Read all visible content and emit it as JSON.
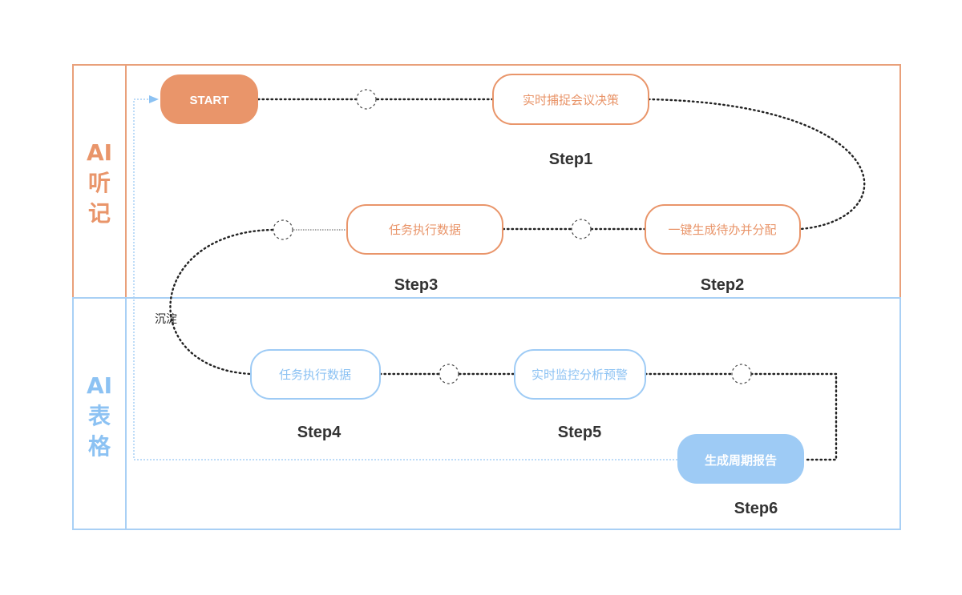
{
  "lanes": {
    "top": {
      "chars": [
        "AI",
        "听",
        "记"
      ],
      "color": "#e9956a"
    },
    "bottom": {
      "chars": [
        "AI",
        "表",
        "格"
      ],
      "color": "#9ecbf5"
    }
  },
  "nodes": {
    "start": {
      "label": "START"
    },
    "n1": {
      "label": "实时捕捉会议决策"
    },
    "n2": {
      "label": "一键生成待办并分配"
    },
    "n3": {
      "label": "任务执行数据"
    },
    "n4": {
      "label": "任务执行数据"
    },
    "n5": {
      "label": "实时监控分析预警"
    },
    "n6": {
      "label": "生成周期报告"
    }
  },
  "steps": {
    "s1": "Step1",
    "s2": "Step2",
    "s3": "Step3",
    "s4": "Step4",
    "s5": "Step5",
    "s6": "Step6"
  },
  "annotation": "沉淀",
  "colors": {
    "orange": "#e9956a",
    "orange_fill": "#e9956a",
    "blue": "#9ecbf5",
    "blue_fill": "#9ecbf5",
    "connector": "#222222"
  }
}
